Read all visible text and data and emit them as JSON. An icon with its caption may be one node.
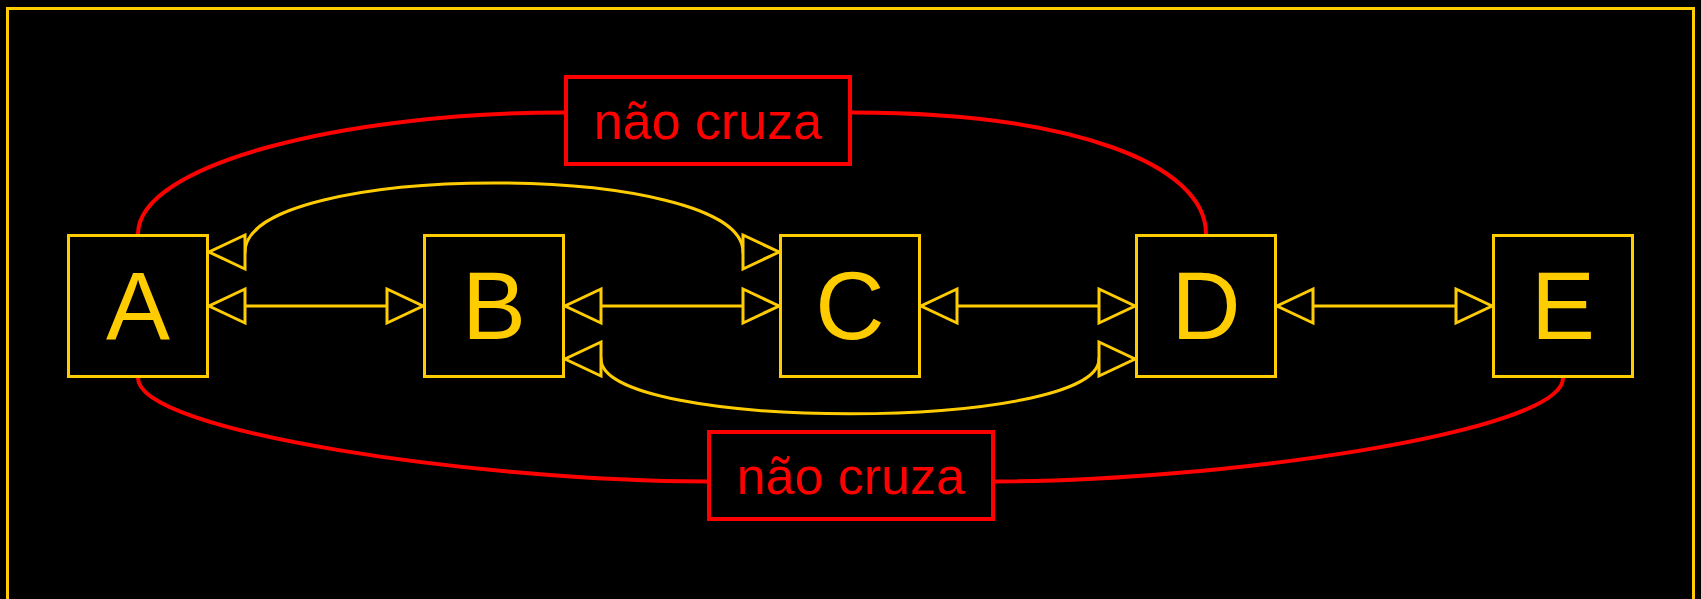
{
  "diagram": {
    "nodes": [
      {
        "text": [
          "A"
        ]
      },
      {
        "text": [
          "B"
        ]
      },
      {
        "text": [
          "C"
        ]
      },
      {
        "text": [
          "D"
        ]
      },
      {
        "text": [
          "E"
        ]
      },
      {
        "text": [
          "não cruza"
        ]
      },
      {
        "text": [
          "não cruza"
        ]
      }
    ],
    "edges": [
      {
        "from": 0,
        "to": 1,
        "arrow": "both"
      },
      {
        "from": 1,
        "to": 2,
        "arrow": "both"
      },
      {
        "from": 2,
        "to": 3,
        "arrow": "both"
      },
      {
        "from": 3,
        "to": 4,
        "arrow": "both"
      },
      {
        "from": 0,
        "to": 2,
        "arrow": "both"
      },
      {
        "from": 1,
        "to": 3,
        "arrow": "both"
      },
      {
        "from": 0,
        "to": 5,
        "arrow": "none",
        "color": "#ff0000"
      },
      {
        "from": 5,
        "to": 3,
        "arrow": "none",
        "color": "#ff0000"
      },
      {
        "from": 0,
        "to": 6,
        "arrow": "none",
        "color": "#ff0000"
      },
      {
        "from": 6,
        "to": 4,
        "arrow": "none",
        "color": "#ff0000"
      }
    ]
  }
}
